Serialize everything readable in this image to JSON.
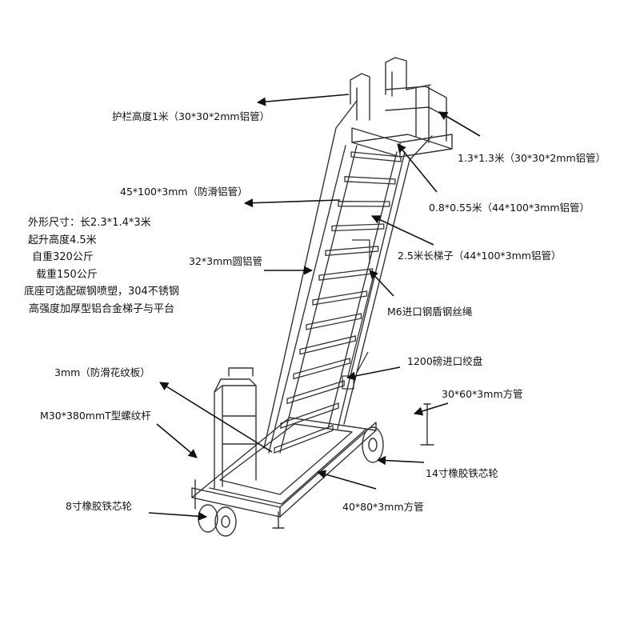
{
  "callouts": {
    "guardrail_height": "护栏高度1米（30*30*2mm铝管）",
    "platform_size": "1.3*1.3米（30*30*2mm铝管）",
    "antislip_tube": "45*100*3mm（防滑铝管）",
    "step_size": "0.8*0.55米（44*100*3mm铝管）",
    "ladder_length": "2.5米长梯子（44*100*3mm铝管）",
    "round_tube": "32*3mm圆铝管",
    "wire_rope": "M6进口钢盾钢丝绳",
    "winch": "1200磅进口绞盘",
    "checker_plate": "3mm（防滑花纹板）",
    "square_tube_small": "30*60*3mm方管",
    "screw_rod": "M30*380mmT型螺纹杆",
    "wheel_14": "14寸橡胶铁芯轮",
    "wheel_8": "8寸橡胶铁芯轮",
    "square_tube_large": "40*80*3mm方管"
  },
  "specs": [
    "外形尺寸：长2.3*1.4*3米",
    "起升高度4.5米",
    "自重320公斤",
    "载重150公斤",
    "底座可选配碳钢喷塑，304不锈钢",
    "高强度加厚型铝合金梯子与平台"
  ],
  "colors": {
    "line": "#333333",
    "arrow": "#111111",
    "text": "#111111"
  }
}
